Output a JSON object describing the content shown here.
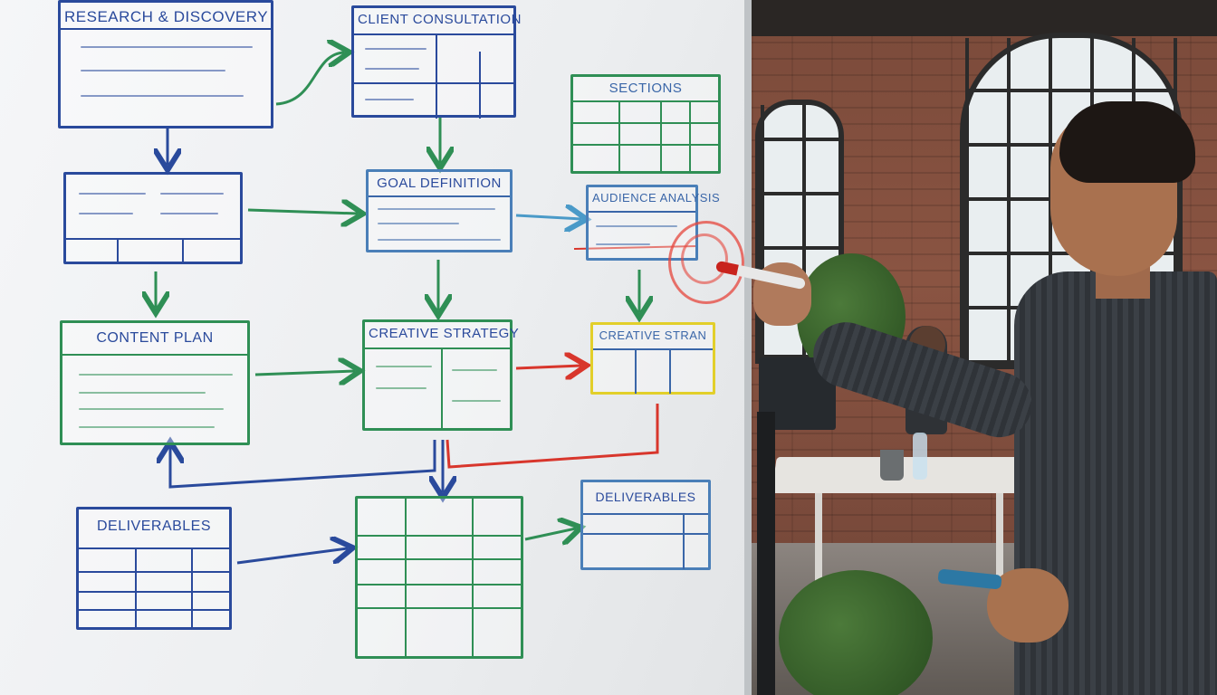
{
  "board": {
    "research": "RESEARCH & DISCOVERY",
    "client": "CLIENT CONSULTATION",
    "sections": "SECTIONS",
    "goal": "GOAL DEFINITION",
    "audience": "AUDIENCE ANALYSIS",
    "content": "CONTENT PLAN",
    "strategy": "CREATIVE STRATEGY",
    "stran": "CREATIVE STRAN",
    "deliverables_left": "DELIVERABLES",
    "deliverables_right": "DELIVERABLES"
  },
  "colors": {
    "blue": "#2a4a9c",
    "green": "#2f8f55",
    "light_blue": "#4a7fb8",
    "yellow": "#e2cf2a",
    "red": "#d8362c"
  }
}
